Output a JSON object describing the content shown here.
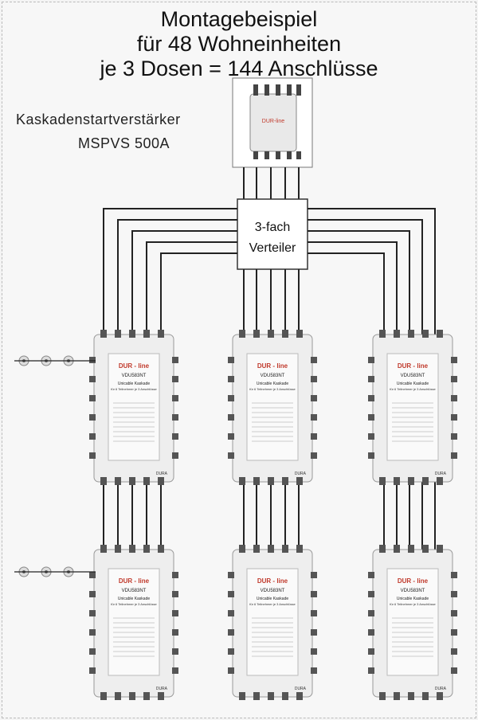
{
  "title": {
    "line1": "Montagebeispiel",
    "line2": "für 48 Wohneinheiten",
    "line3": "je 3 Dosen = 144 Anschlüsse"
  },
  "amplifier": {
    "label": "Kaskadenstartverstärker",
    "model": "MSPVS 500A",
    "brand": "DUR-line"
  },
  "splitter": {
    "line1": "3-fach",
    "line2": "Verteiler"
  },
  "cascade": {
    "brand": "DUR - line",
    "model": "VDU583NT",
    "line1": "Unicable Kaskade",
    "line2": "für 6 Teilnehmer je 3 Anschlüsse",
    "footer": "DURA"
  },
  "colors": {
    "cable": "#222222",
    "module": "#eeeeee",
    "accent_red": "#c0392b"
  }
}
